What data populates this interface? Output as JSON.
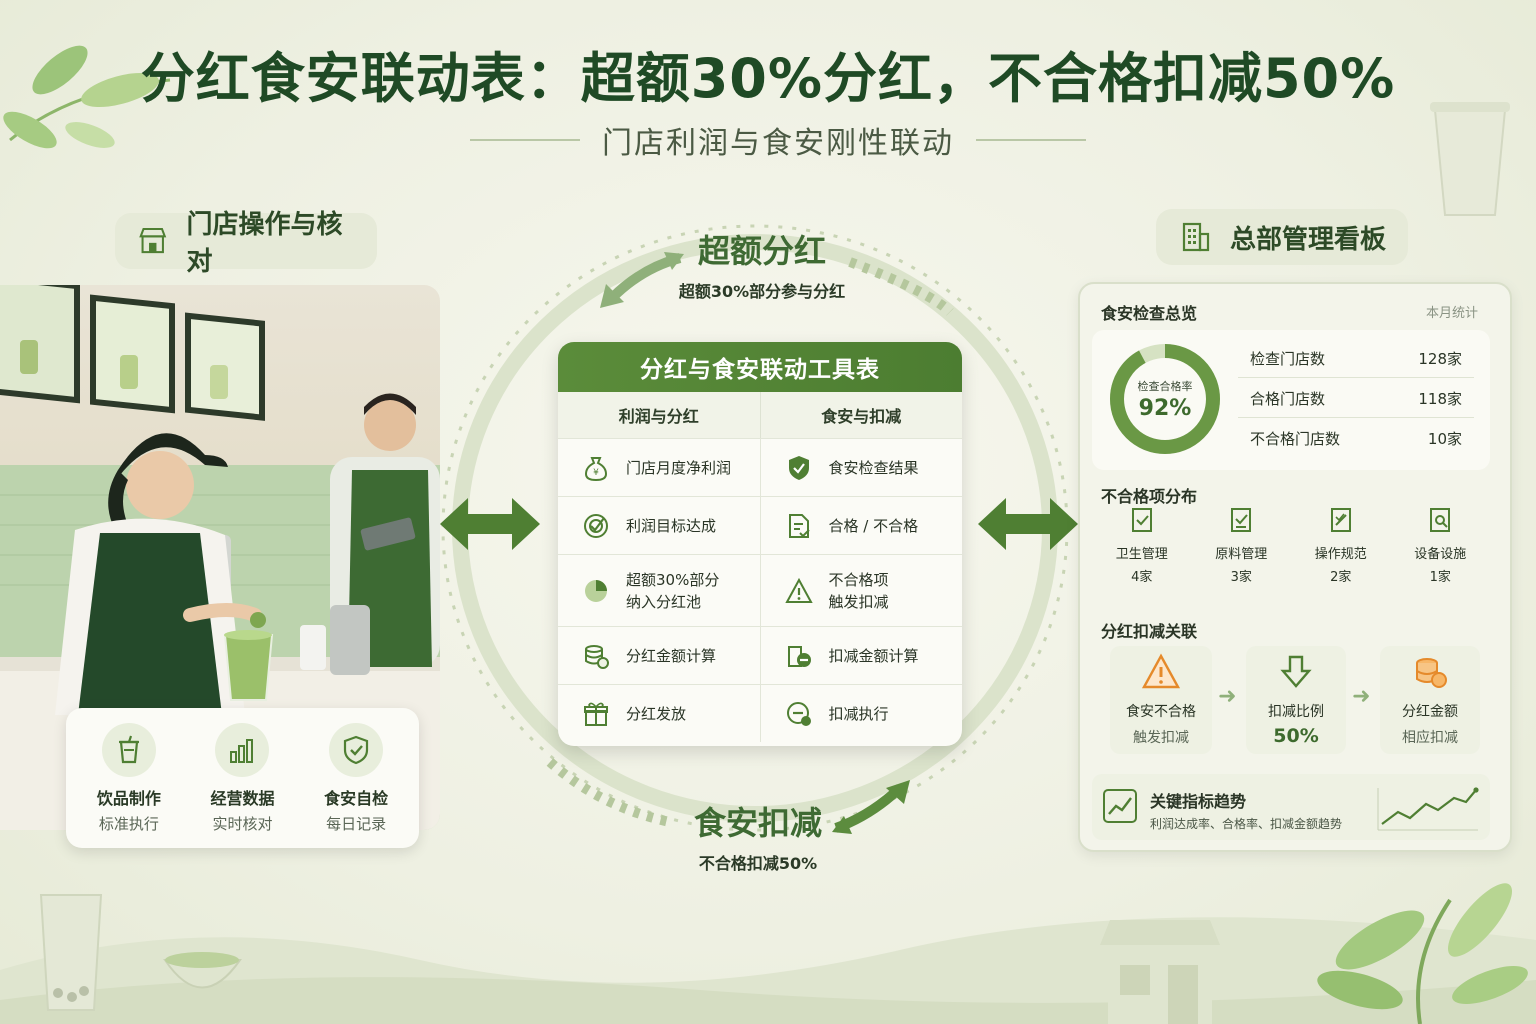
{
  "header": {
    "title": "分红食安联动表：超额30%分红，不合格扣减50%",
    "subtitle": "门店利润与食安刚性联动"
  },
  "left": {
    "section_title": "门店操作与核对",
    "ops": [
      {
        "label": "饮品制作",
        "sub": "标准执行",
        "icon": "cup-icon"
      },
      {
        "label": "经营数据",
        "sub": "实时核对",
        "icon": "bar-chart-icon"
      },
      {
        "label": "食安自检",
        "sub": "每日记录",
        "icon": "shield-check-icon"
      }
    ]
  },
  "center": {
    "top_cycle": {
      "title": "超额分红",
      "sub": "超额30%部分参与分红"
    },
    "bottom_cycle": {
      "title": "食安扣减",
      "sub": "不合格扣减50%"
    },
    "table": {
      "title": "分红与食安联动工具表",
      "col_left": "利润与分红",
      "col_right": "食安与扣减",
      "rows": [
        {
          "left": "门店月度净利润",
          "right": "食安检查结果",
          "left_icon": "money-bag-icon",
          "right_icon": "shield-icon"
        },
        {
          "left": "利润目标达成",
          "right": "合格 / 不合格",
          "left_icon": "target-icon",
          "right_icon": "document-check-icon"
        },
        {
          "left": "超额30%部分",
          "left2": "纳入分红池",
          "right": "不合格项",
          "right2": "触发扣减",
          "left_icon": "pie-chart-icon",
          "right_icon": "warning-icon"
        },
        {
          "left": "分红金额计算",
          "right": "扣减金额计算",
          "left_icon": "coins-icon",
          "right_icon": "deduct-calc-icon"
        },
        {
          "left": "分红发放",
          "right": "扣减执行",
          "left_icon": "gift-icon",
          "right_icon": "deduct-exec-icon"
        }
      ]
    }
  },
  "right": {
    "section_title": "总部管理看板",
    "overview": {
      "title": "食安检查总览",
      "note": "本月统计",
      "donut_label": "检查合格率",
      "donut_value": "92%",
      "pass_rate": 0.92,
      "stats": [
        {
          "label": "检查门店数",
          "value": "128家"
        },
        {
          "label": "合格门店数",
          "value": "118家"
        },
        {
          "label": "不合格门店数",
          "value": "10家"
        }
      ]
    },
    "issues": {
      "title": "不合格项分布",
      "items": [
        {
          "label": "卫生管理",
          "count": "4家"
        },
        {
          "label": "原料管理",
          "count": "3家"
        },
        {
          "label": "操作规范",
          "count": "2家"
        },
        {
          "label": "设备设施",
          "count": "1家"
        }
      ]
    },
    "linkage": {
      "title": "分红扣减关联",
      "cards": [
        {
          "line1": "食安不合格",
          "line2": "触发扣减"
        },
        {
          "line1": "扣减比例",
          "line2": "50%"
        },
        {
          "line1": "分红金额",
          "line2": "相应扣减"
        }
      ]
    },
    "trend": {
      "title": "关键指标趋势",
      "sub": "利润达成率、合格率、扣减金额趋势"
    }
  },
  "colors": {
    "primary": "#4f7f33",
    "dark_green": "#1f4a25",
    "warning_orange": "#e58a2b"
  }
}
